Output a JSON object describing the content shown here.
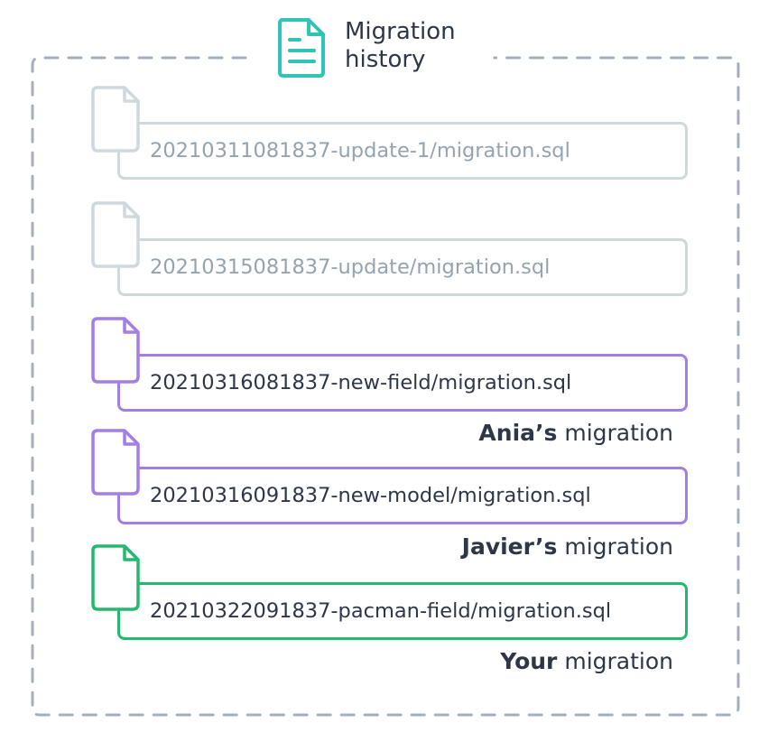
{
  "header": {
    "title": "Migration history",
    "icon": "document-icon",
    "accent_color": "#2ec4b6"
  },
  "colors": {
    "frame": "#a3afbb",
    "old": "#cfd8dc",
    "teammate": "#a27ee6",
    "yours": "#23ba6e",
    "text": "#2d3748"
  },
  "migrations": [
    {
      "name": "20210311081837-update-1/migration.sql",
      "status": "applied"
    },
    {
      "name": "20210315081837-update/migration.sql",
      "status": "applied"
    },
    {
      "name": "20210316081837-new-field/migration.sql",
      "status": "teammate",
      "owner_strong": "Ania’s",
      "owner_rest": " migration"
    },
    {
      "name": "20210316091837-new-model/migration.sql",
      "status": "teammate",
      "owner_strong": "Javier’s",
      "owner_rest": " migration"
    },
    {
      "name": "20210322091837-pacman-field/migration.sql",
      "status": "yours",
      "owner_strong": "Your",
      "owner_rest": " migration"
    }
  ]
}
